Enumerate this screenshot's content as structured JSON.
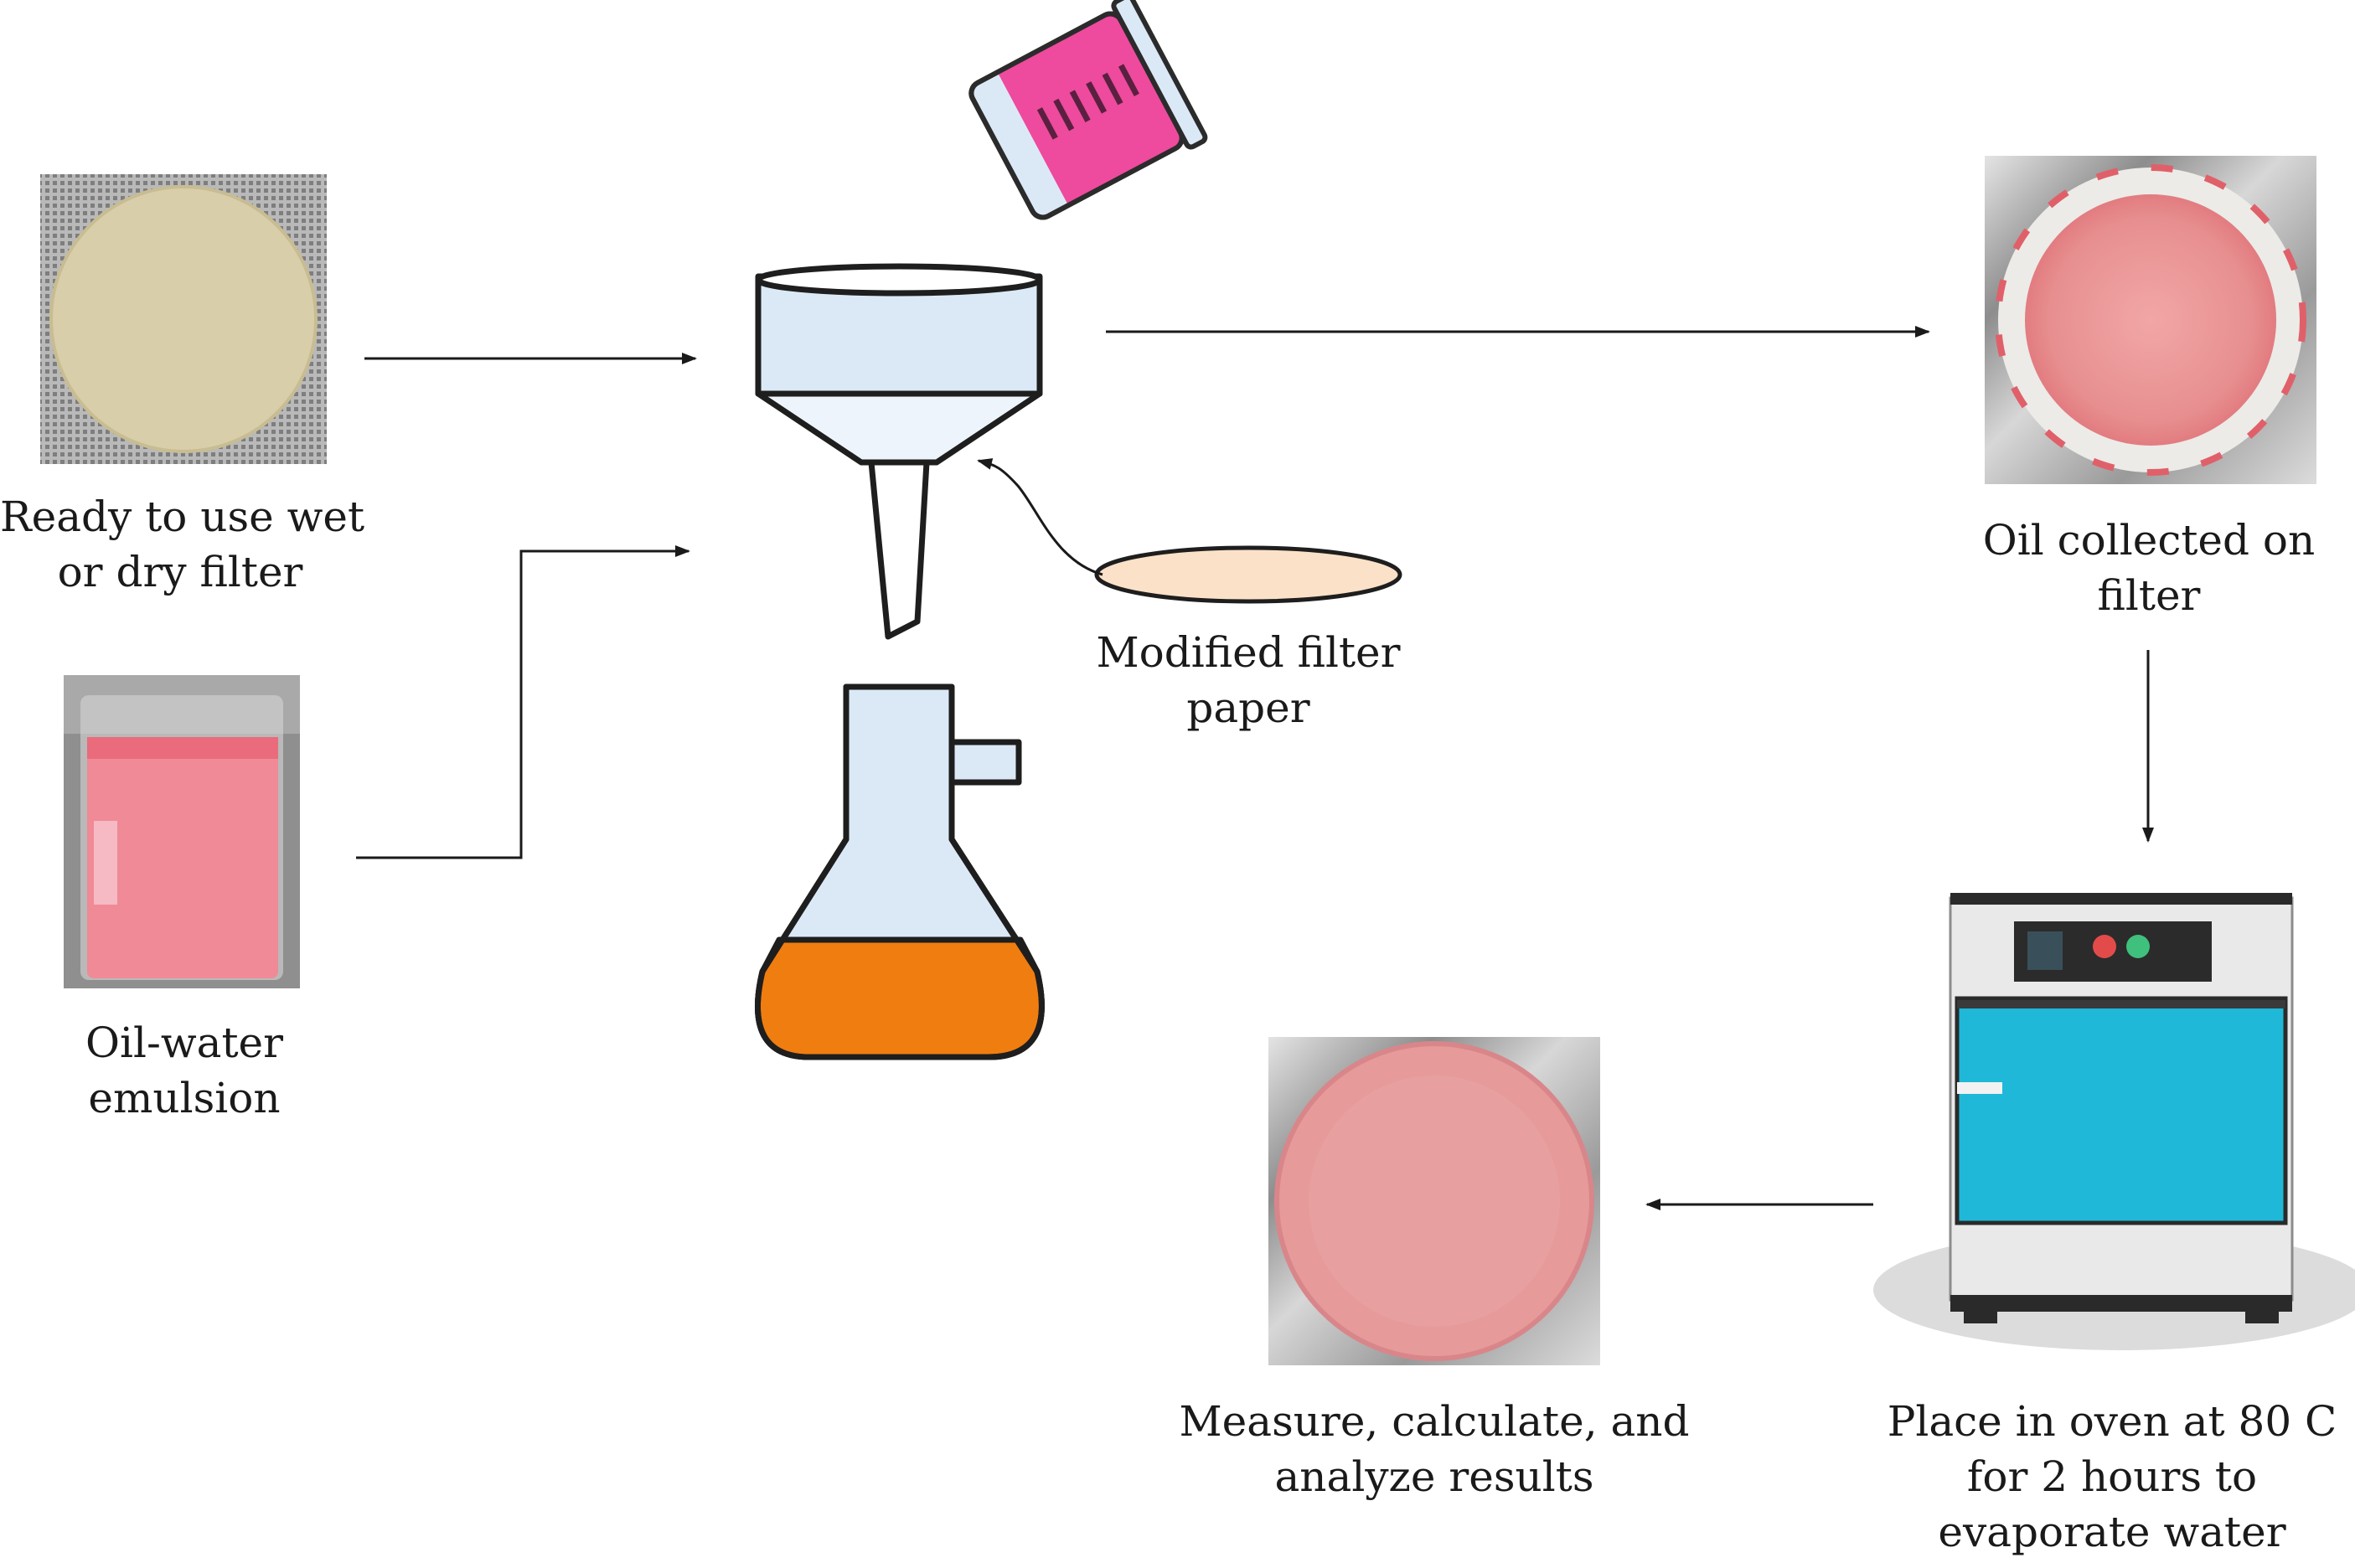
{
  "steps": {
    "dry_filter": {
      "lines": [
        "Ready to use wet",
        "or dry filter"
      ]
    },
    "emulsion": {
      "lines": [
        "Oil-water",
        "emulsion"
      ]
    },
    "modified_filter": {
      "lines": [
        "Modified filter",
        "paper"
      ]
    },
    "oil_collected": {
      "lines": [
        "Oil collected on",
        "filter"
      ]
    },
    "oven": {
      "lines": [
        "Place in oven at 80 C",
        "for 2 hours  to",
        "evaporate water"
      ]
    },
    "measure": {
      "lines": [
        "Measure, calculate, and",
        "analyze results"
      ]
    }
  },
  "colors": {
    "filter_photo": "#d8ceaa",
    "emulsion_liquid": "#f08a96",
    "oil_stain": "#e88a8a",
    "flask_liquid": "#f07d10",
    "glass": "#dbe9f7",
    "oven_door": "#1fb8d8",
    "modified_paper": "#fbe1c8",
    "cylinder_pink": "#ee4a9e"
  },
  "icons": [
    "filter-paper-photo",
    "beaker-photo",
    "graduated-cylinder-icon",
    "buchner-funnel-icon",
    "filter-flask-icon",
    "filter-paper-disc-icon",
    "oil-filter-photo",
    "drying-oven-icon",
    "dried-filter-photo"
  ]
}
